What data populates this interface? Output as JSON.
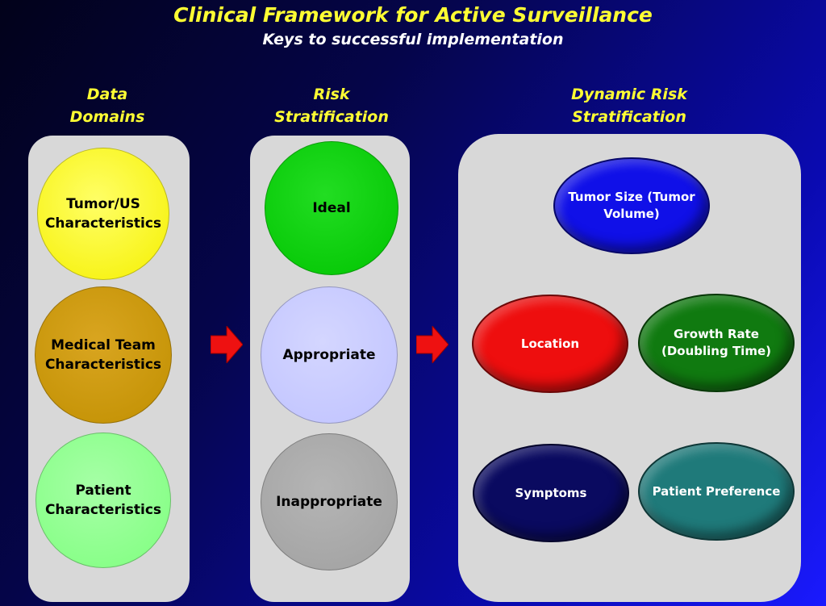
{
  "title": "Clinical Framework for Active Surveillance",
  "subtitle": "Keys to successful implementation",
  "columns": [
    {
      "heading_line1": "Data",
      "heading_line2": "Domains",
      "items": [
        "Tumor/US Characteristics",
        "Medical Team Characteristics",
        "Patient Characteristics"
      ]
    },
    {
      "heading_line1": "Risk",
      "heading_line2": "Stratification",
      "items": [
        "Ideal",
        "Appropriate",
        "Inappropriate"
      ]
    },
    {
      "heading_line1": "Dynamic Risk",
      "heading_line2": "Stratification",
      "items": [
        "Tumor Size (Tumor Volume)",
        "Location",
        "Growth Rate (Doubling Time)",
        "Symptoms",
        "Patient Preference"
      ]
    }
  ],
  "colors": {
    "title": "#ffff33",
    "panel": "#d8d8d8",
    "arrow": "#ee1111"
  }
}
